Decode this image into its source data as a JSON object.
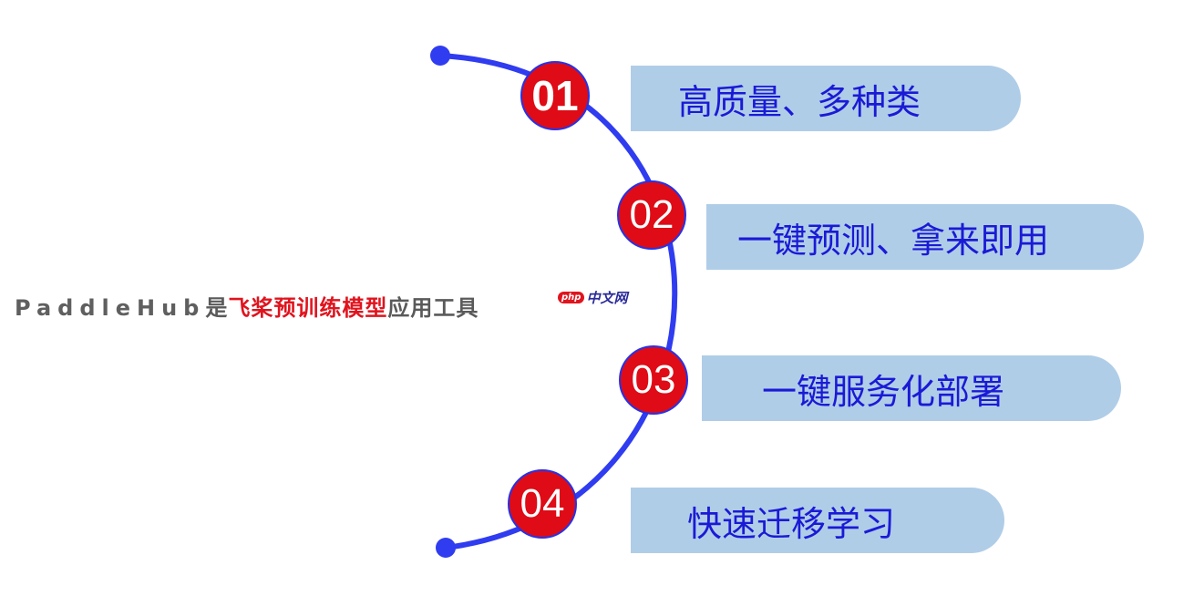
{
  "title": {
    "brand": "PaddleHub",
    "connector": "是",
    "highlight": "飞桨预训练模型",
    "suffix": "应用工具"
  },
  "watermark": {
    "logo": "php",
    "text": "中文网"
  },
  "items": [
    {
      "number": "01",
      "label": "高质量、多种类"
    },
    {
      "number": "02",
      "label": "一键预测、拿来即用"
    },
    {
      "number": "03",
      "label": "一键服务化部署"
    },
    {
      "number": "04",
      "label": "快速迁移学习"
    }
  ],
  "colors": {
    "arc": "#2f3cf0",
    "badge": "#df0b16",
    "pill": "#b0cde8",
    "pill_text": "#1a1ad6",
    "title_highlight": "#e0141e",
    "title_plain": "#5a5a5a"
  }
}
